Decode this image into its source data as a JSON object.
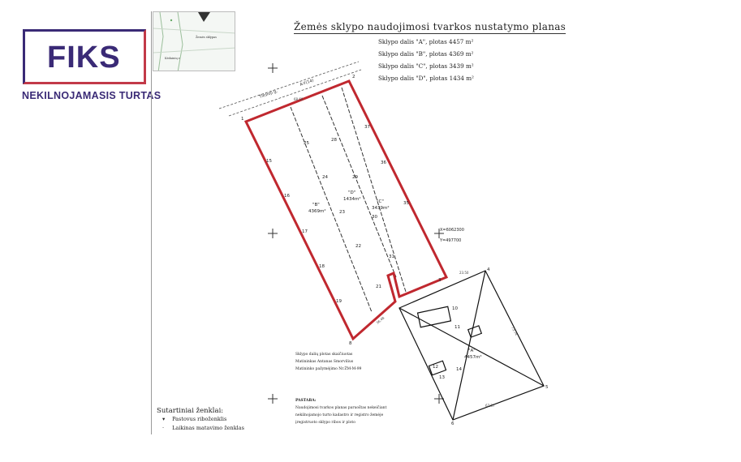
{
  "logo": {
    "brand": "FIKS",
    "subtitle": "NEKILNOJAMASIS TURTAS"
  },
  "plan": {
    "title": "Žemės sklypo naudojimosi tvarkos nustatymo planas",
    "areas": [
      "Sklypo dalis \"A\", plotas 4457 m²",
      "Sklypo dalis \"B\", plotas 4369 m²",
      "Sklypo dalis \"C\", plotas 3439 m²",
      "Sklypo dalis \"D\", plotas 1434 m²"
    ],
    "road_label": "Tiesioji g.",
    "road_code": "A-Y(14)",
    "parcel_labels": {
      "A": "\"A\"",
      "A_area": "4457m²",
      "B": "\"B\"",
      "B_area": "4369m²",
      "C": "\"C\"",
      "C_area": "3439m²",
      "D": "\"D\"",
      "D_area": "1434m²"
    },
    "coord_x": "X=6062300",
    "coord_y": "Y=497700",
    "notes": [
      "Sklypo dalių plotas skaičiuotas",
      "Matininkas Antanas Smorvilius",
      "Matininko pažymėjimo Nr.ŽM-M-99"
    ],
    "remark_heading": "PASTABA:",
    "remark_lines": [
      "Naudojimosi tvarkos planas paruoštas nekeičiant",
      "nekilnojamojo turto kadastro ir registro žemėje",
      "įregistruoto sklypo ribos ir ploto"
    ],
    "legend_title": "Sutartiniai ženklai:",
    "legend_items": [
      {
        "mark": "▾",
        "label": "Pastovus riboženklis"
      },
      {
        "mark": "·",
        "label": "Laikinas matavimo ženklas"
      }
    ]
  }
}
